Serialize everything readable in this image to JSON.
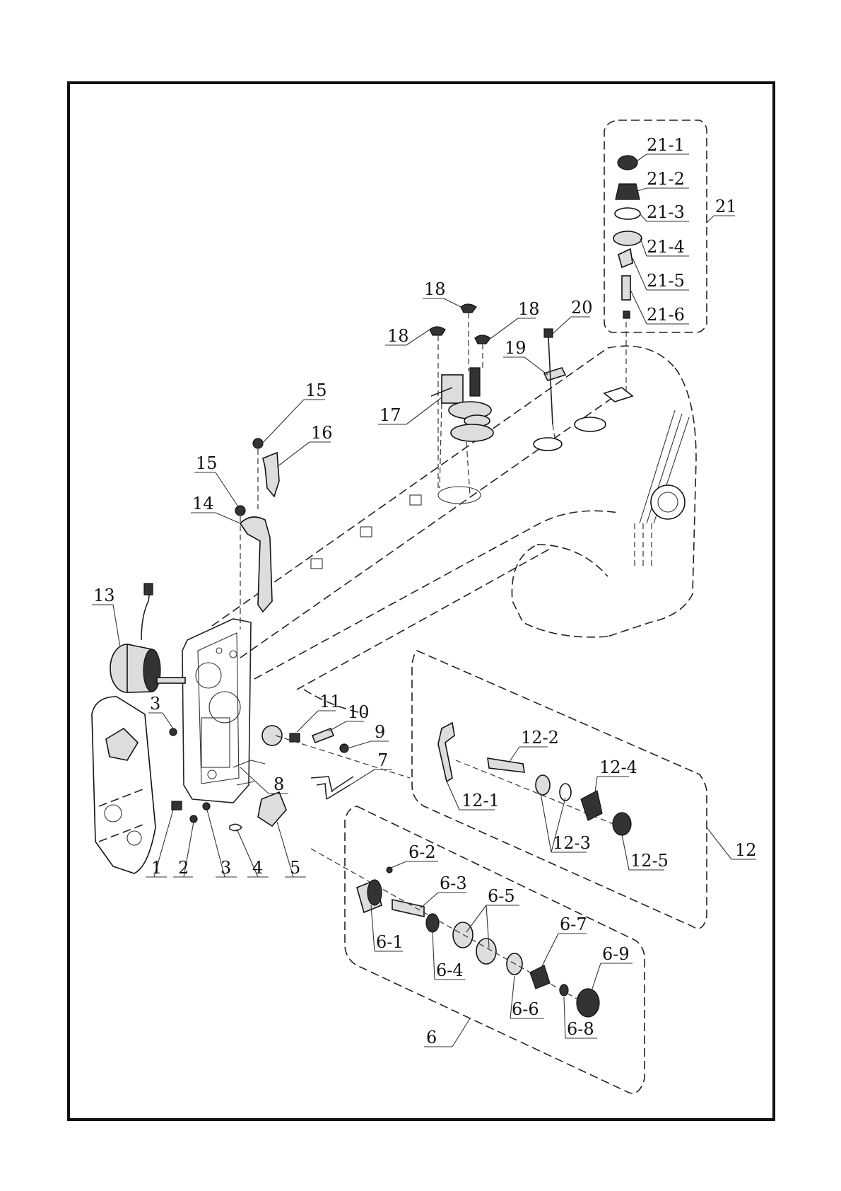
{
  "labels": {
    "l_1": "1",
    "l_2": "2",
    "l_3a": "3",
    "l_3b": "3",
    "l_4": "4",
    "l_5": "5",
    "l_6": "6",
    "l_6_1": "6-1",
    "l_6_2": "6-2",
    "l_6_3": "6-3",
    "l_6_4": "6-4",
    "l_6_5": "6-5",
    "l_6_6": "6-6",
    "l_6_7": "6-7",
    "l_6_8": "6-8",
    "l_6_9": "6-9",
    "l_7": "7",
    "l_8": "8",
    "l_9": "9",
    "l_10": "10",
    "l_11": "11",
    "l_12": "12",
    "l_12_1": "12-1",
    "l_12_2": "12-2",
    "l_12_3": "12-3",
    "l_12_4": "12-4",
    "l_12_5": "12-5",
    "l_13": "13",
    "l_14": "14",
    "l_15a": "15",
    "l_15b": "15",
    "l_16": "16",
    "l_17": "17",
    "l_18a": "18",
    "l_18b": "18",
    "l_18c": "18",
    "l_19": "19",
    "l_20": "20",
    "l_21": "21",
    "l_21_1": "21-1",
    "l_21_2": "21-2",
    "l_21_3": "21-3",
    "l_21_4": "21-4",
    "l_21_5": "21-5",
    "l_21_6": "21-6"
  }
}
